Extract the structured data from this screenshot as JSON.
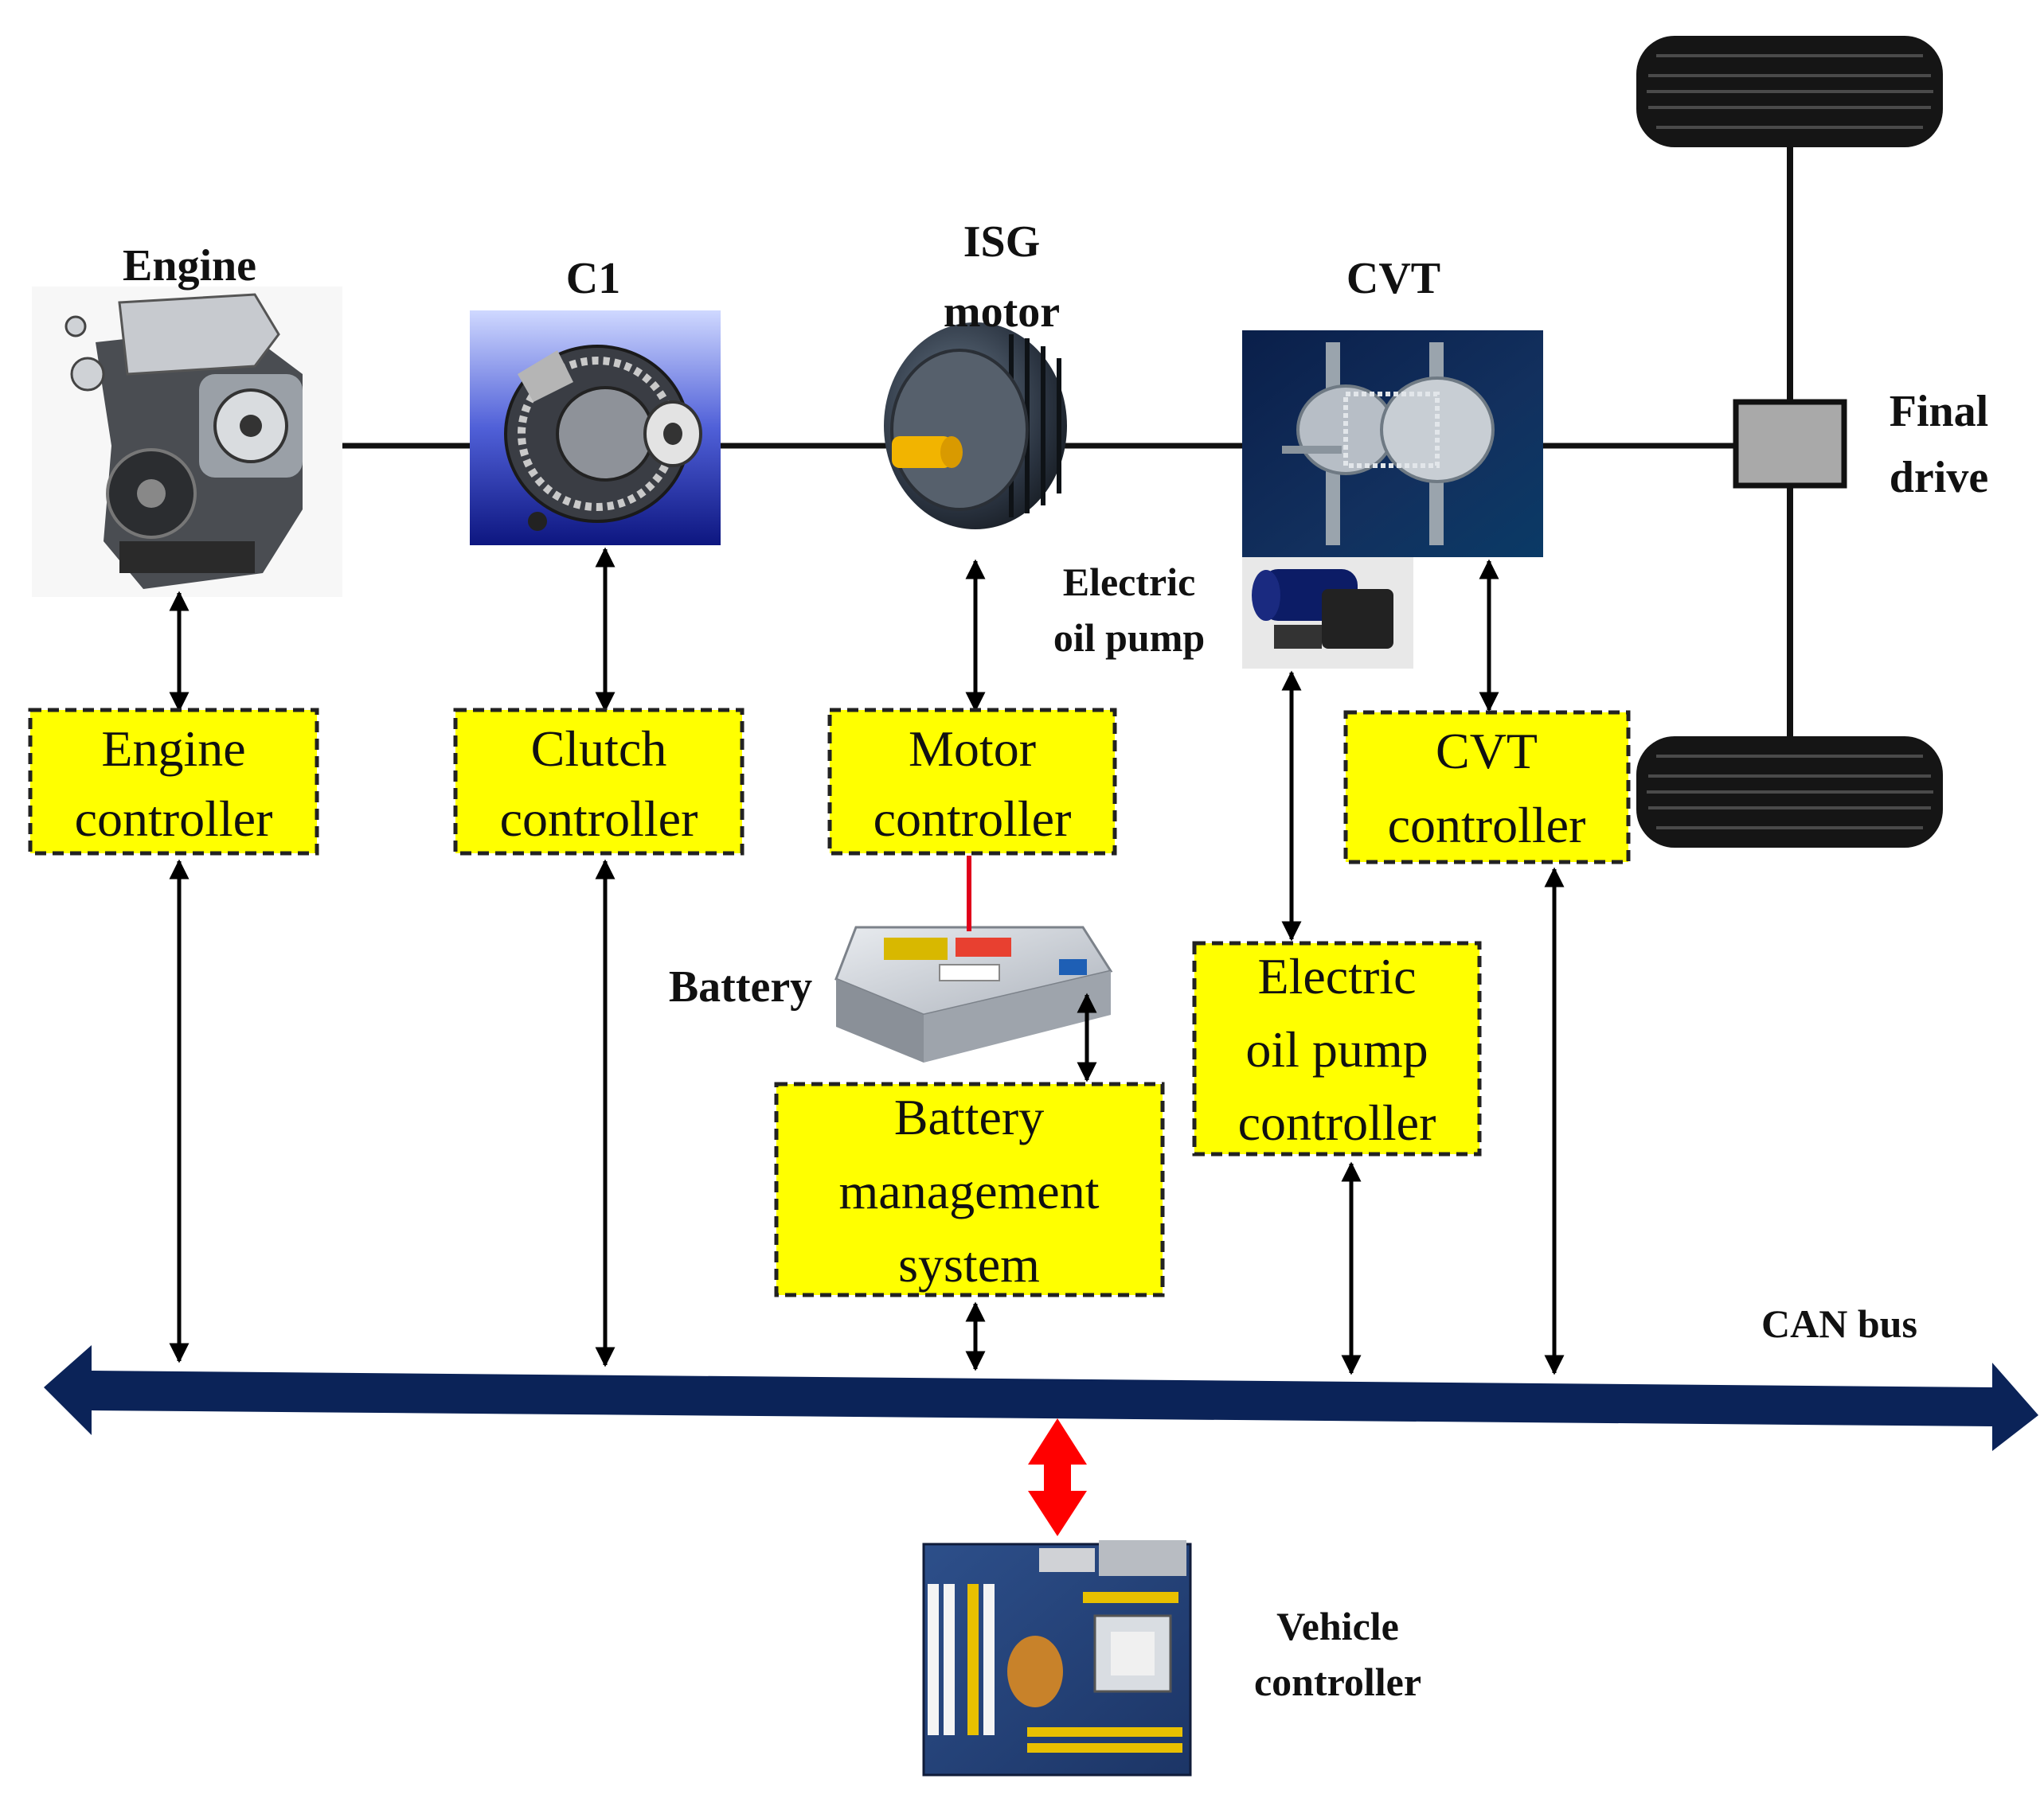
{
  "components": {
    "engine": "Engine",
    "clutch": "C1",
    "isg_line1": "ISG",
    "isg_line2": "motor",
    "cvt": "CVT",
    "final_drive_line1": "Final",
    "final_drive_line2": "drive",
    "oil_pump_line1": "Electric",
    "oil_pump_line2": "oil pump",
    "battery": "Battery",
    "can_bus": "CAN bus",
    "vehicle_controller_line1": "Vehicle",
    "vehicle_controller_line2": "controller"
  },
  "controllers": {
    "engine": [
      "Engine",
      "controller"
    ],
    "clutch": [
      "Clutch",
      "controller"
    ],
    "motor": [
      "Motor",
      "controller"
    ],
    "cvt": [
      "CVT",
      "controller"
    ],
    "oil_pump": [
      "Electric",
      "oil pump",
      "controller"
    ],
    "bms": [
      "Battery",
      "management",
      "system"
    ]
  },
  "colors": {
    "controller_fill": "#ffff00",
    "can_bus": "#0b2358",
    "shaft": "#111111",
    "vehicle_link": "#ff0000",
    "motor_battery_link": "#e0001a",
    "final_drive_box": "#a9a9a9"
  }
}
